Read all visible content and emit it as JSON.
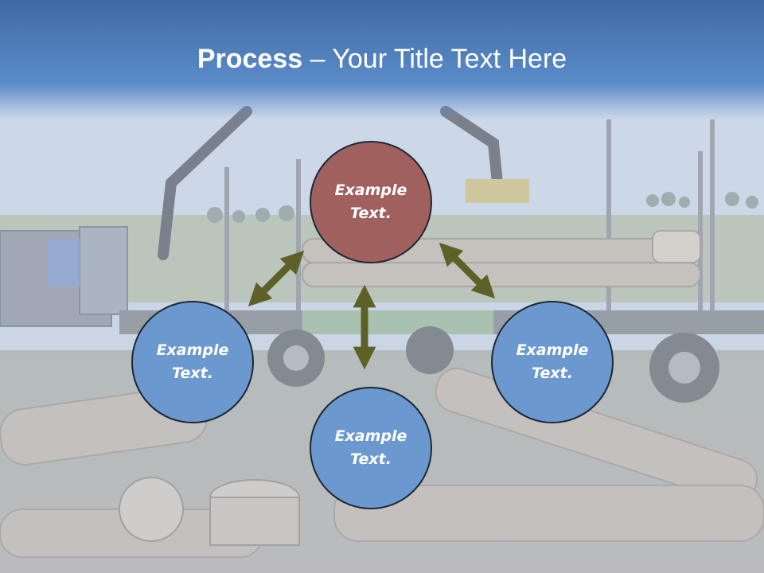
{
  "title": {
    "bold": "Process",
    "rest": " – Your Title Text Here"
  },
  "nodes": [
    {
      "id": "top",
      "label": "Example\nText."
    },
    {
      "id": "left",
      "label": "Example\nText."
    },
    {
      "id": "right",
      "label": "Example\nText."
    },
    {
      "id": "bottom",
      "label": "Example\nText."
    }
  ],
  "colors": {
    "title_bar": "#4a7bbf",
    "center_node": "#a0615e",
    "outer_node": "#6b98cf",
    "arrow": "#5e6127",
    "node_border": "#1e2733"
  },
  "background": "logging-truck-photo"
}
